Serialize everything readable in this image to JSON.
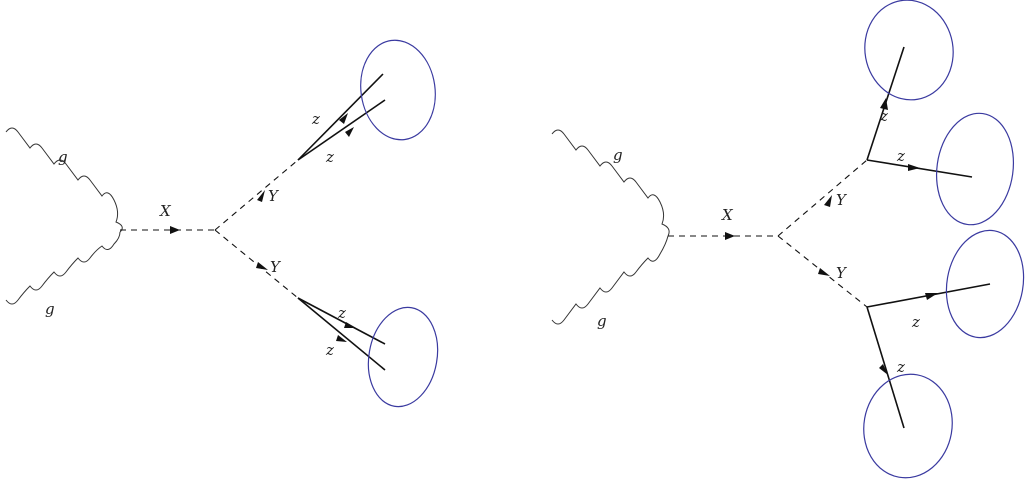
{
  "diagrams": [
    {
      "gluon_top_label": "g",
      "gluon_bottom_label": "g",
      "x_label": "X",
      "y_top_label": "Y",
      "y_bottom_label": "Y",
      "z_labels": [
        "z",
        "z",
        "z",
        "z"
      ]
    },
    {
      "gluon_top_label": "g",
      "gluon_bottom_label": "g",
      "x_label": "X",
      "y_top_label": "Y",
      "y_bottom_label": "Y",
      "z_labels": [
        "z",
        "z",
        "z",
        "z"
      ]
    }
  ],
  "colors": {
    "lines": "#111111",
    "jet_ellipses": "#3a3aa0"
  }
}
